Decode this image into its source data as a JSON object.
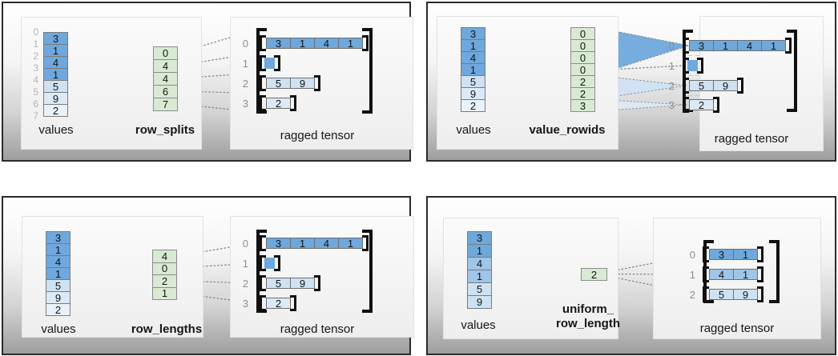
{
  "palette": {
    "blue_dark": "#6fa8dc",
    "blue_medium": "#9fc5e8",
    "blue_light": "#cfe2f3",
    "blue_lighter": "#dceaf7",
    "blue_lightest": "#e9f2fb",
    "green_cell": "#d9ead3",
    "cell_border": "#7b7b7b",
    "bracket_black": "#101010",
    "index_gray": "#b4b4b4",
    "row_label_gray": "#8d8d8d"
  },
  "panels": [
    {
      "name": "row-splits",
      "values_label": "values",
      "method_label": "row_splits",
      "tensor_label": "ragged tensor",
      "boundary_indices": [
        "0",
        "1",
        "2",
        "3",
        "4",
        "5",
        "6",
        "7"
      ],
      "values": [
        "3",
        "1",
        "4",
        "1",
        "5",
        "9",
        "2"
      ],
      "value_shades": [
        "dark",
        "dark",
        "dark",
        "dark",
        "light",
        "lighter",
        "lightest"
      ],
      "aux_values": [
        "0",
        "4",
        "4",
        "6",
        "7"
      ],
      "tensor_rows": [
        {
          "index": "0",
          "cells": [
            "3",
            "1",
            "4",
            "1"
          ],
          "shade": "dark"
        },
        {
          "index": "1",
          "cells": [],
          "shade": "dark"
        },
        {
          "index": "2",
          "cells": [
            "5",
            "9"
          ],
          "shade": "light"
        },
        {
          "index": "3",
          "cells": [
            "2"
          ],
          "shade": "lighter"
        }
      ]
    },
    {
      "name": "value-rowids",
      "values_label": "values",
      "method_label": "value_rowids",
      "tensor_label": "ragged tensor",
      "values": [
        "3",
        "1",
        "4",
        "1",
        "5",
        "9",
        "2"
      ],
      "value_shades": [
        "dark",
        "dark",
        "dark",
        "dark",
        "light",
        "lighter",
        "lightest"
      ],
      "aux_values": [
        "0",
        "0",
        "0",
        "0",
        "2",
        "2",
        "3"
      ],
      "tensor_rows": [
        {
          "index": "0",
          "cells": [
            "3",
            "1",
            "4",
            "1"
          ],
          "shade": "dark"
        },
        {
          "index": "1",
          "cells": [],
          "shade": "dark"
        },
        {
          "index": "2",
          "cells": [
            "5",
            "9"
          ],
          "shade": "light"
        },
        {
          "index": "3",
          "cells": [
            "2"
          ],
          "shade": "lighter"
        }
      ]
    },
    {
      "name": "row-lengths",
      "values_label": "values",
      "method_label": "row_lengths",
      "tensor_label": "ragged tensor",
      "values": [
        "3",
        "1",
        "4",
        "1",
        "5",
        "9",
        "2"
      ],
      "value_shades": [
        "dark",
        "dark",
        "dark",
        "dark",
        "light",
        "lighter",
        "lightest"
      ],
      "aux_values": [
        "4",
        "0",
        "2",
        "1"
      ],
      "tensor_rows": [
        {
          "index": "0",
          "cells": [
            "3",
            "1",
            "4",
            "1"
          ],
          "shade": "dark"
        },
        {
          "index": "1",
          "cells": [],
          "shade": "dark"
        },
        {
          "index": "2",
          "cells": [
            "5",
            "9"
          ],
          "shade": "light"
        },
        {
          "index": "3",
          "cells": [
            "2"
          ],
          "shade": "lighter"
        }
      ]
    },
    {
      "name": "uniform-row-length",
      "values_label": "values",
      "method_label": "uniform_\nrow_length",
      "tensor_label": "ragged tensor",
      "values": [
        "3",
        "1",
        "4",
        "1",
        "5",
        "9"
      ],
      "value_shades": [
        "dark",
        "dark",
        "medium",
        "medium",
        "light",
        "light"
      ],
      "aux_values": [
        "2"
      ],
      "tensor_rows": [
        {
          "index": "0",
          "cells": [
            "3",
            "1"
          ],
          "shade": "dark"
        },
        {
          "index": "1",
          "cells": [
            "4",
            "1"
          ],
          "shade": "medium"
        },
        {
          "index": "2",
          "cells": [
            "5",
            "9"
          ],
          "shade": "light"
        }
      ]
    }
  ]
}
